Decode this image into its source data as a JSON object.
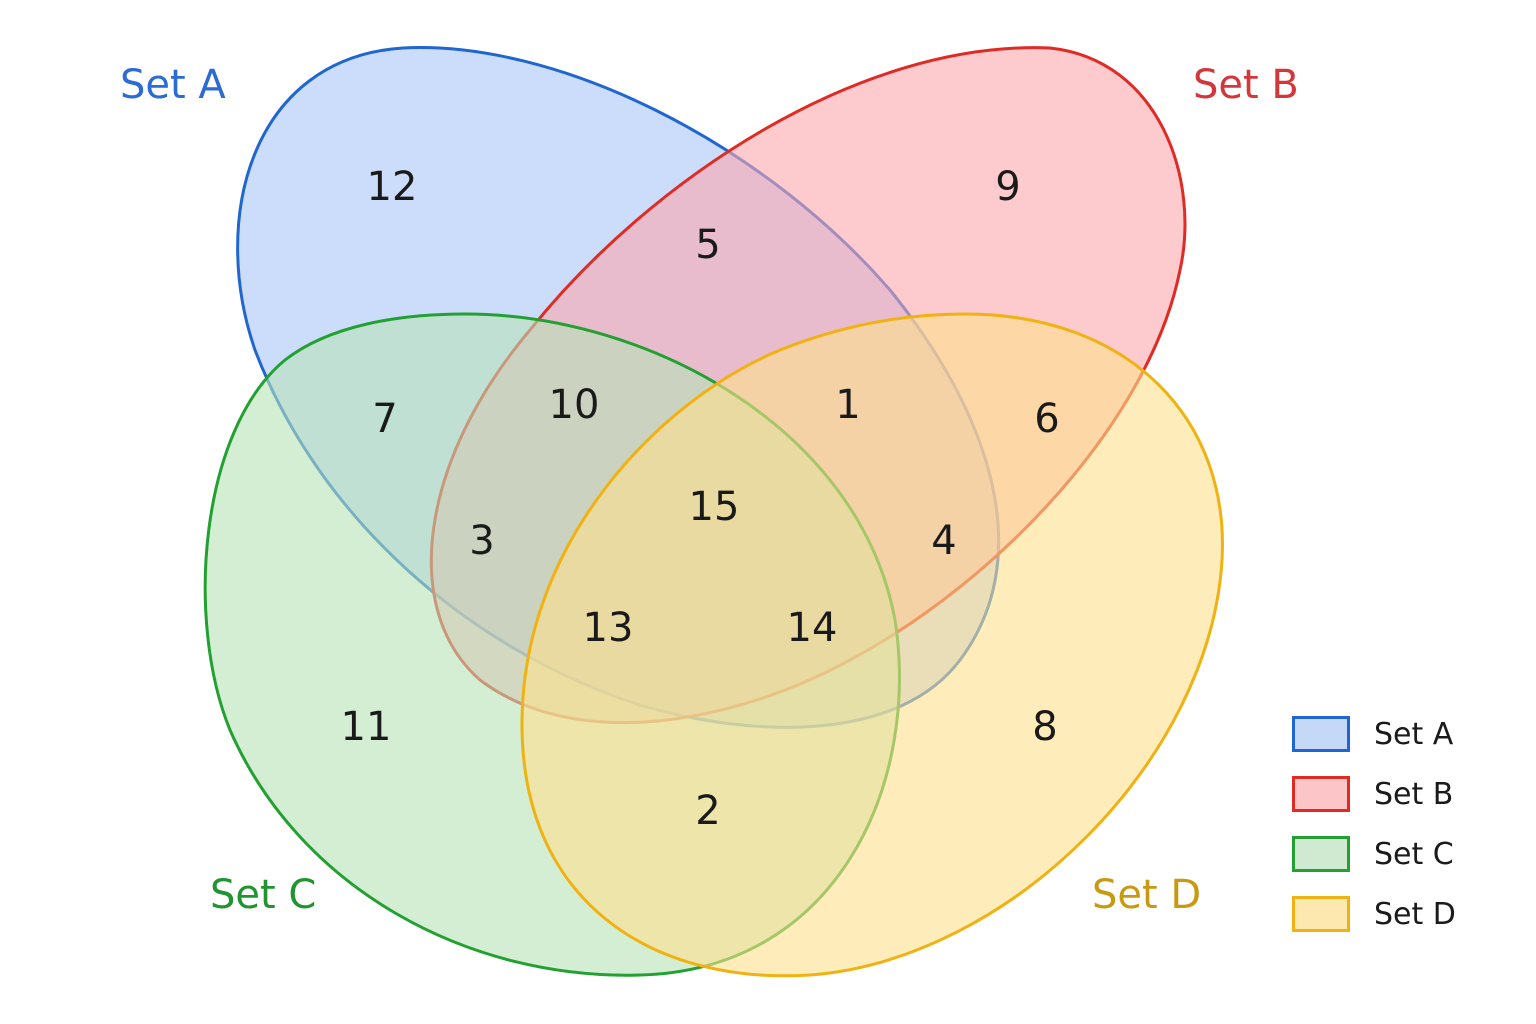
{
  "sets": [
    {
      "id": "a",
      "label": "Set A",
      "fill": "#a9c6f7",
      "stroke": "#1f66d0",
      "label_color": "#2a6bd4"
    },
    {
      "id": "b",
      "label": "Set B",
      "fill": "#fca7ad",
      "stroke": "#e02a24",
      "label_color": "#d4373a"
    },
    {
      "id": "c",
      "label": "Set C",
      "fill": "#b8e3b8",
      "stroke": "#23a032",
      "label_color": "#1f9430"
    },
    {
      "id": "d",
      "label": "Set D",
      "fill": "#fde08c",
      "stroke": "#f0b212",
      "label_color": "#c89a12"
    }
  ],
  "regions": [
    {
      "sets": "A",
      "count": "12"
    },
    {
      "sets": "B",
      "count": "9"
    },
    {
      "sets": "C",
      "count": "11"
    },
    {
      "sets": "D",
      "count": "8"
    },
    {
      "sets": "A∩B",
      "count": "5"
    },
    {
      "sets": "A∩C",
      "count": "7"
    },
    {
      "sets": "B∩D",
      "count": "6"
    },
    {
      "sets": "C∩D",
      "count": "2"
    },
    {
      "sets": "A∩B∩C",
      "count": "10"
    },
    {
      "sets": "A∩B∩D",
      "count": "1"
    },
    {
      "sets": "A∩C∩D",
      "count": "3"
    },
    {
      "sets": "B∩C∩D",
      "count": "4"
    },
    {
      "sets": "A∩B∩C∩D",
      "count": "15"
    },
    {
      "sets": "region-13",
      "count": "13"
    },
    {
      "sets": "region-14",
      "count": "14"
    }
  ],
  "legend": [
    {
      "label": "Set A",
      "fill": "#c5d8f8",
      "stroke": "#1f66d0"
    },
    {
      "label": "Set B",
      "fill": "#fcc5c8",
      "stroke": "#e02a24"
    },
    {
      "label": "Set C",
      "fill": "#cfead0",
      "stroke": "#23a032"
    },
    {
      "label": "Set D",
      "fill": "#fde8b0",
      "stroke": "#f0b212"
    }
  ]
}
